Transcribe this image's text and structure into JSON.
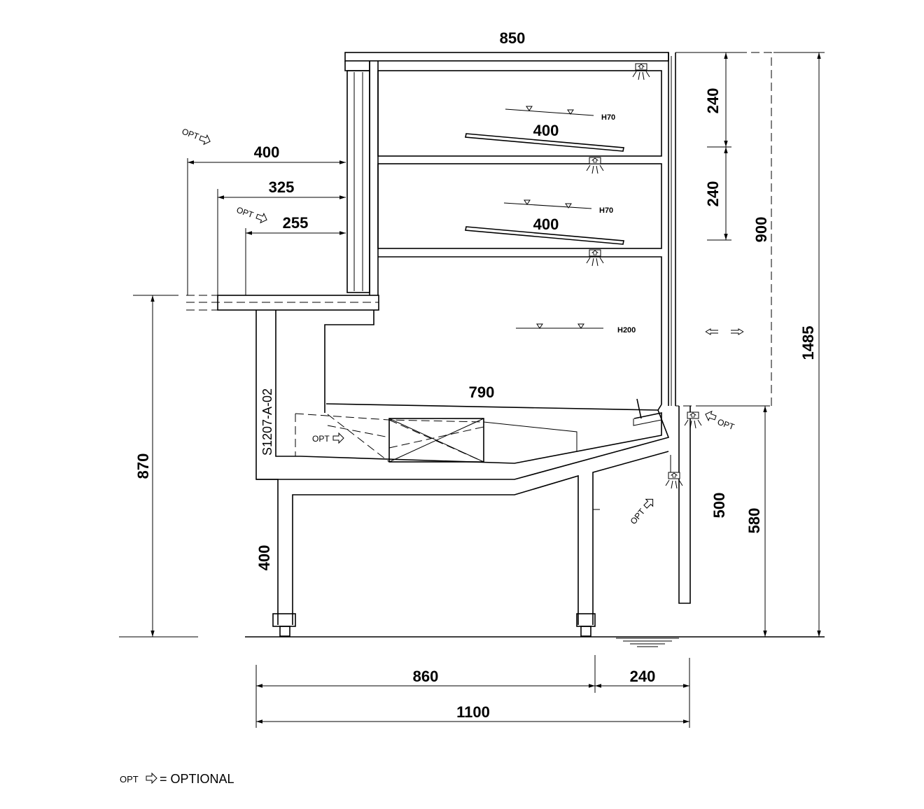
{
  "dimensions": {
    "top_width": "850",
    "shelf_upper_depth": "400",
    "shelf_middle_depth": "400",
    "front_shelf_400": "400",
    "front_shelf_325": "325",
    "front_shelf_255": "255",
    "tier_upper": "240",
    "tier_middle": "240",
    "superstructure_height": "900",
    "total_height": "1485",
    "counter_height": "870",
    "well_depth": "790",
    "leg_height": "400",
    "rear_500": "500",
    "rear_580": "580",
    "base_860": "860",
    "base_240": "240",
    "overall_width": "1100"
  },
  "labels": {
    "h70_upper": "H70",
    "h70_middle": "H70",
    "h200": "H200",
    "drawing_code": "S1207-A-02",
    "opt": "OPT"
  },
  "legend": {
    "symbol": "OPT",
    "text": "= OPTIONAL"
  }
}
